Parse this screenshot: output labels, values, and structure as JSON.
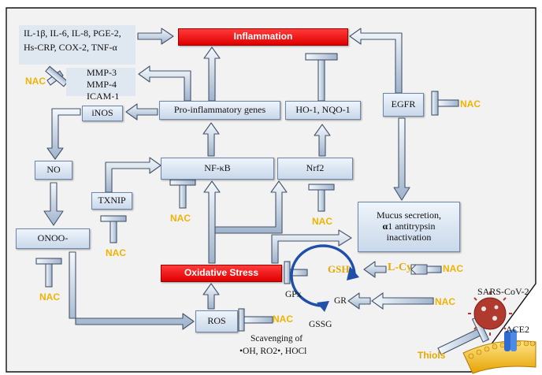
{
  "nodes": {
    "inflammation": "Inflammation",
    "cytokines_line1": "IL-1β, IL-6, IL-8, PGE-2,",
    "cytokines_line2": "Hs-CRP, COX-2, TNF-α",
    "mmp3": "MMP-3",
    "mmp4": "MMP-4",
    "icam1": "ICAM-1",
    "inos": "iNOS",
    "proinflammatory": "Pro-inflammatory genes",
    "ho1_nqo1": "HO-1, NQO-1",
    "egfr": "EGFR",
    "no": "NO",
    "txnip": "TXNIP",
    "nfkb": "NF-κB",
    "nrf2": "Nrf2",
    "mucus_line1": "Mucus secretion,",
    "mucus_line2_bold": "α",
    "mucus_line2_rest": "1 antitrypsin",
    "mucus_line3": "inactivation",
    "onoo": "ONOO-",
    "oxidative_stress": "Oxidative Stress",
    "ros": "ROS",
    "gsh": "GSH",
    "gssg": "GSSG",
    "gpx": "GPx",
    "gr": "GR",
    "lcys": "L-Cys",
    "scavenging_line1": "Scavenging of",
    "scavenging_line2": "•OH, RO2•, HOCl",
    "sars": "SARS-CoV-2",
    "ace2": "ACE2",
    "thiols": "Thiols"
  },
  "nac_label": "NAC",
  "colors": {
    "accent_red": "#e60000",
    "inhibitor_gold": "#f0b300",
    "box_blue": "#c9d8ea",
    "panel_gray": "#f2f2f2"
  }
}
